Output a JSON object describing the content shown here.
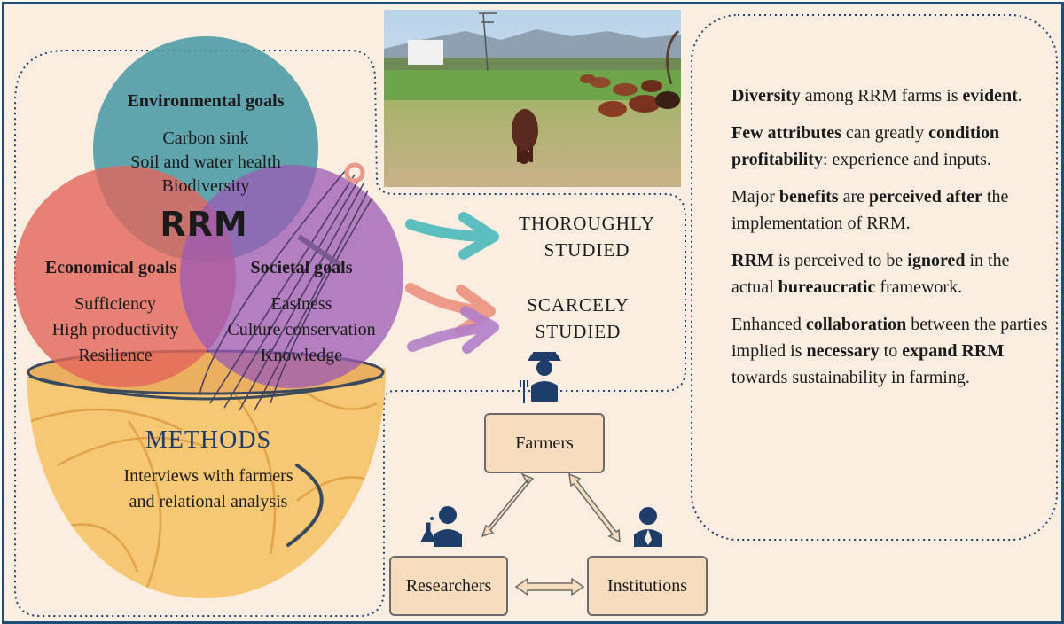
{
  "diagram": {
    "rrm_label": "RRM",
    "environmental": {
      "title": "Environmental goals",
      "items": [
        "Carbon sink",
        "Soil and water health",
        "Biodiversity"
      ]
    },
    "economical": {
      "title": "Economical goals",
      "items": [
        "Sufficiency",
        "High productivity",
        "Resilience"
      ]
    },
    "societal": {
      "title": "Societal goals",
      "items": [
        "Easiness",
        "Culture conservation",
        "Knowledge"
      ]
    },
    "methods": {
      "title": "METHODS",
      "lines": [
        "Interviews with farmers",
        "and relational analysis"
      ]
    },
    "study_status": {
      "thorough": [
        "THOROUGHLY",
        "STUDIED"
      ],
      "scarce": [
        "SCARCELY",
        "STUDIED"
      ]
    },
    "actors": {
      "farmers": "Farmers",
      "researchers": "Researchers",
      "institutions": "Institutions"
    }
  },
  "findings": [
    [
      {
        "text": "Diversity",
        "bold": true
      },
      {
        "text": " among RRM farms is ",
        "bold": false
      },
      {
        "text": "evident",
        "bold": true
      },
      {
        "text": ".",
        "bold": false
      }
    ],
    [
      {
        "text": "Few attributes",
        "bold": true
      },
      {
        "text": " can greatly ",
        "bold": false
      },
      {
        "text": "condition profitability",
        "bold": true
      },
      {
        "text": ": experience and inputs.",
        "bold": false
      }
    ],
    [
      {
        "text": "Major ",
        "bold": false
      },
      {
        "text": "benefits",
        "bold": true
      },
      {
        "text": " are ",
        "bold": false
      },
      {
        "text": "perceived after",
        "bold": true
      },
      {
        "text": " the implementation of RRM.",
        "bold": false
      }
    ],
    [
      {
        "text": "RRM",
        "bold": true
      },
      {
        "text": " is perceived to be ",
        "bold": false
      },
      {
        "text": "ignored",
        "bold": true
      },
      {
        "text": " in the actual ",
        "bold": false
      },
      {
        "text": "bureaucratic",
        "bold": true
      },
      {
        "text": " framework.",
        "bold": false
      }
    ],
    [
      {
        "text": "Enhanced ",
        "bold": false
      },
      {
        "text": "collaboration",
        "bold": true
      },
      {
        "text": " between the parties implied is ",
        "bold": false
      },
      {
        "text": "necessary",
        "bold": true
      },
      {
        "text": " to ",
        "bold": false
      },
      {
        "text": "expand RRM",
        "bold": true
      },
      {
        "text": " towards sustainability in farming.",
        "bold": false
      }
    ]
  ],
  "colors": {
    "background": "#fbeee0",
    "frame_border": "#1f4e79",
    "environmental_circle": "#4a9aa5",
    "economical_circle": "#e2655b",
    "societal_circle": "#9b59b6",
    "bowl": "#f7c873",
    "teal_arrow": "#5bbfbf",
    "salmon_arrow": "#ee9a88",
    "purple_arrow": "#b27fc9",
    "actor_box": "#f7dcbd"
  }
}
